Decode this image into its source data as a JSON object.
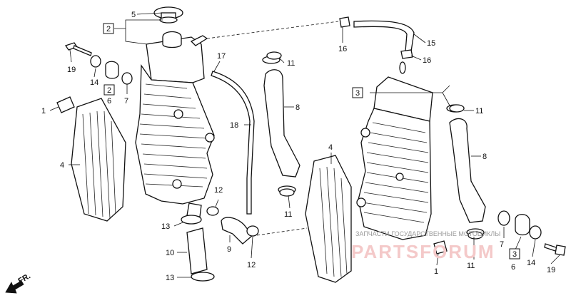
{
  "labels": {
    "l5": "5",
    "b2_top": "2",
    "l19_left": "19",
    "l14_left": "14",
    "b2_mid": "2",
    "l6_left": "6",
    "l7_left": "7",
    "l1_left": "1",
    "l4_left": "4",
    "l17": "17",
    "l18": "18",
    "l16_top": "16",
    "l15": "15",
    "l16_right": "16",
    "l11_top": "11",
    "l8_left": "8",
    "b3_right": "3",
    "l11_right": "11",
    "l8_right": "8",
    "l4_mid": "4",
    "l11_mid": "11",
    "l12_top": "12",
    "l13_top": "13",
    "l9": "9",
    "l12_bottom": "12",
    "l10": "10",
    "l13_bottom": "13",
    "l1_right": "1",
    "l11_bottom": "11",
    "l7_right": "7",
    "b3_bottom": "3",
    "l6_right": "6",
    "l14_right": "14",
    "l19_right": "19"
  },
  "direction_label": "FR.",
  "watermark": {
    "line1": "ЗАПЧАСТИ ГОСУДАРСТВЕННЫЕ МОТОЦИКЛЫ",
    "line2": "PARTSFORUM"
  }
}
